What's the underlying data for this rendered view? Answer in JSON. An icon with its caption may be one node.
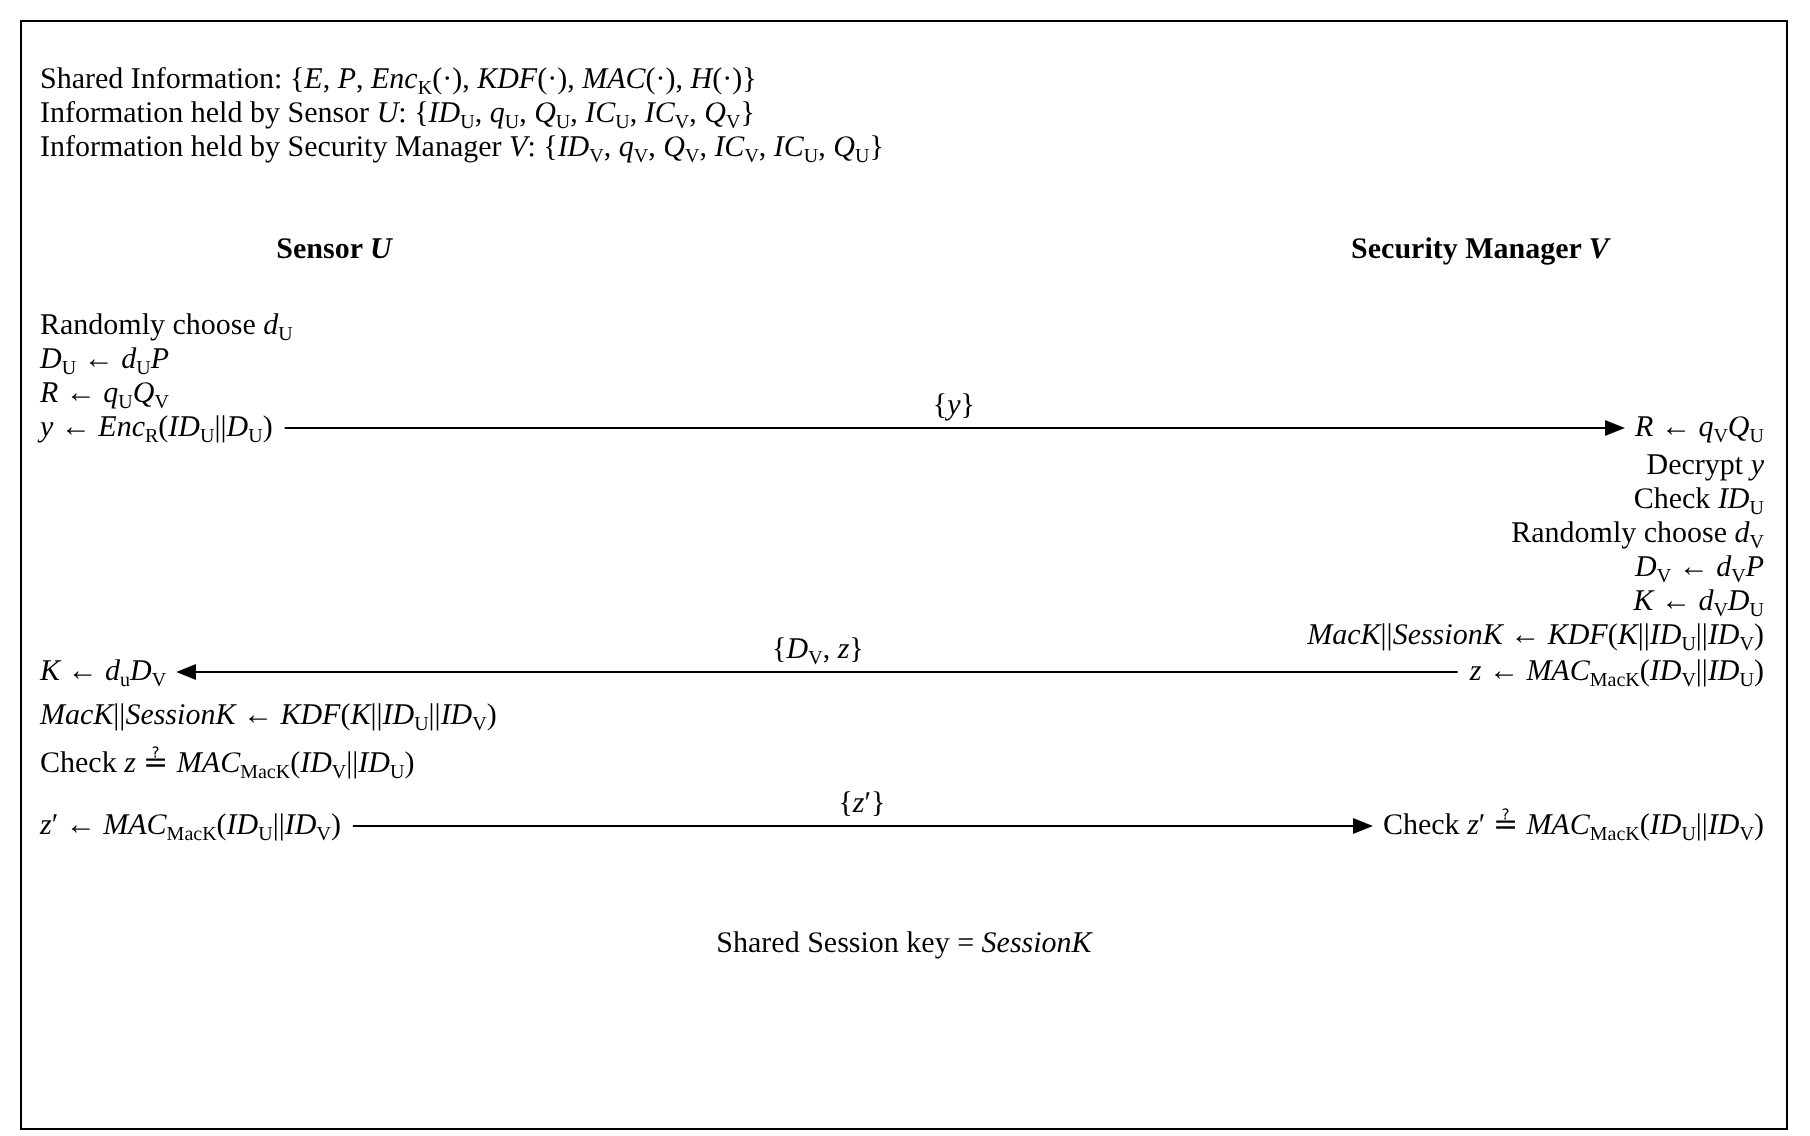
{
  "diagram": {
    "nodes": [
      {
        "text": [
          "*y* ← *Enc*$_{R}$(*ID*$_{U}$||*D*$_{U}$)"
        ]
      },
      {
        "text": [
          "*R* ← *q*$_{V}$*Q*$_{U}$"
        ]
      },
      {
        "text": [
          "*K* ← *d*$_{u}$*D*$_{V}$"
        ]
      },
      {
        "text": [
          "*z* ← *MAC*$_{MacK}$(*ID*$_{V}$||*ID*$_{U}$)"
        ]
      },
      {
        "text": [
          "*z*′ ← *MAC*$_{MacK}$(*ID*$_{U}$||*ID*$_{V}$)"
        ]
      },
      {
        "text": [
          "Check *z*′ ≟ *MAC*$_{MacK}$(*ID*$_{U}$||*ID*$_{V}$)"
        ]
      }
    ],
    "edges": [
      {
        "from": 0,
        "to": 1,
        "arrow": "to",
        "label": "{*y*}"
      },
      {
        "from": 3,
        "to": 2,
        "arrow": "to",
        "label": "{*D*$_{V}$, *z*}"
      },
      {
        "from": 4,
        "to": 5,
        "arrow": "to",
        "label": "{*z*′}"
      }
    ],
    "labels": [
      "Shared Information: {*E*, *P*, *Enc*$_{K}$(·), *KDF*(·), *MAC*(·), *H*(·)}",
      "Information held by Sensor *U*: {*ID*$_{U}$, *q*$_{U}$, *Q*$_{U}$, *IC*$_{U}$, *IC*$_{V}$, *Q*$_{V}$}",
      "Information held by Security Manager *V*: {*ID*$_{V}$, *q*$_{V}$, *Q*$_{V}$, *IC*$_{V}$, *IC*$_{U}$, *Q*$_{U}$}",
      "Sensor *U*",
      "Security Manager *V*",
      "Randomly choose *d*$_{U}$",
      "*D*$_{U}$ ← *d*$_{U}$*P*",
      "*R* ← *q*$_{U}$*Q*$_{V}$",
      "Decrypt *y*",
      "Check *ID*$_{U}$",
      "Randomly choose *d*$_{V}$",
      "*D*$_{V}$ ← *d*$_{V}$*P*",
      "*K* ← *d*$_{V}$*D*$_{U}$",
      "*MacK*||*SessionK* ← *KDF*(*K*||*ID*$_{U}$||*ID*$_{V}$)",
      "*MacK*||*SessionK* ← *KDF*(*K*||*ID*$_{U}$||*ID*$_{V}$)",
      "Check *z* ≟ *MAC*$_{MacK}$(*ID*$_{V}$||*ID*$_{U}$)",
      "Shared Session key = *SessionK*"
    ]
  }
}
